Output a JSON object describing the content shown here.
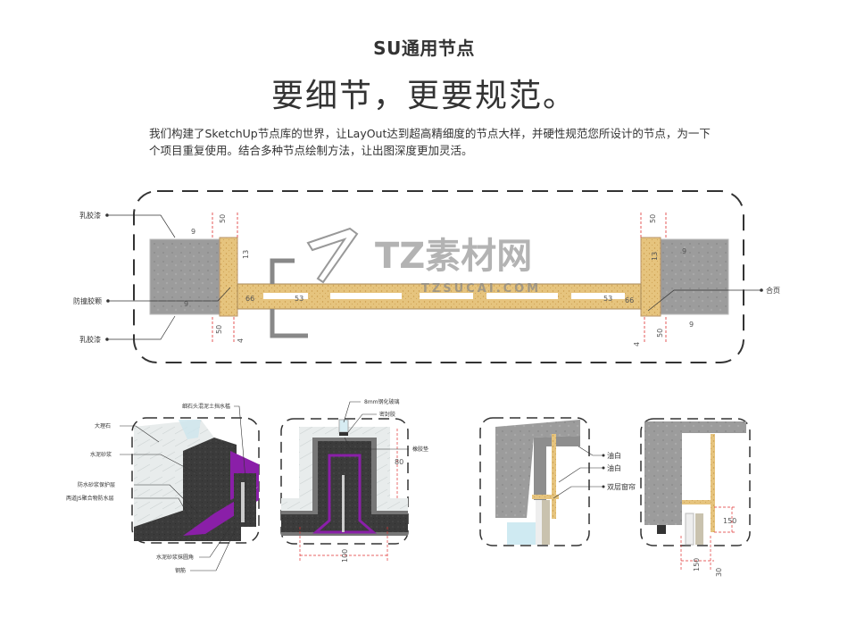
{
  "header": {
    "eyebrow": "SU通用节点",
    "headline": "要细节，更要规范。",
    "description": "我们构建了SketchUp节点库的世界，让LayOut达到超高精细度的节点大样，并硬性规范您所设计的节点，为一下个项目重复使用。结合多种节点绘制方法，让出图深度更加灵活。"
  },
  "door_plan": {
    "labels": {
      "latex_top": "乳胶漆",
      "anticollision": "防撞胶颗",
      "latex_bottom": "乳胶漆",
      "hinge": "合页"
    },
    "dims": {
      "left_top_50": "50",
      "left_top_9": "9",
      "left_13": "13",
      "left_66": "66",
      "left_53": "53",
      "left_bottom_9": "9",
      "left_bottom_50": "50",
      "left_bottom_4": "4",
      "right_top_50": "50",
      "right_13": "13",
      "right_top_9": "9",
      "right_53": "53",
      "right_66": "66",
      "right_bottom_9": "9",
      "right_bottom_50": "50",
      "right_bottom_4": "4"
    }
  },
  "watermark": {
    "brand": "TZ素材网",
    "url": "TZSUCAI.COM"
  },
  "threshold_detail": {
    "labels": {
      "curb": "细石头混泥土挡水槛",
      "marble": "大理石",
      "mortar": "水泥砂浆",
      "protect": "防水砂浆保护层",
      "js": "两道JS聚合物防水层",
      "fillet": "水泥砂浆抹圆角",
      "rebar": "钢筋"
    }
  },
  "glass_detail": {
    "labels": {
      "glass": "8mm钢化玻璃",
      "sealant": "密封胶",
      "gasket": "橡胶垫"
    },
    "dims": {
      "height": "80",
      "width": "100"
    }
  },
  "curtain_detail": {
    "labels": {
      "paint1": "油白",
      "paint2": "油白",
      "curtain": "双层窗帘"
    }
  },
  "curtain_section": {
    "dims": {
      "height": "150",
      "width": "150",
      "gap": "30"
    }
  },
  "colors": {
    "concrete": "#9a9a9a",
    "wood": "#e2bf78",
    "dim_red": "#e03030",
    "purple": "#8a1fa8",
    "dark": "#3a3a3a"
  }
}
